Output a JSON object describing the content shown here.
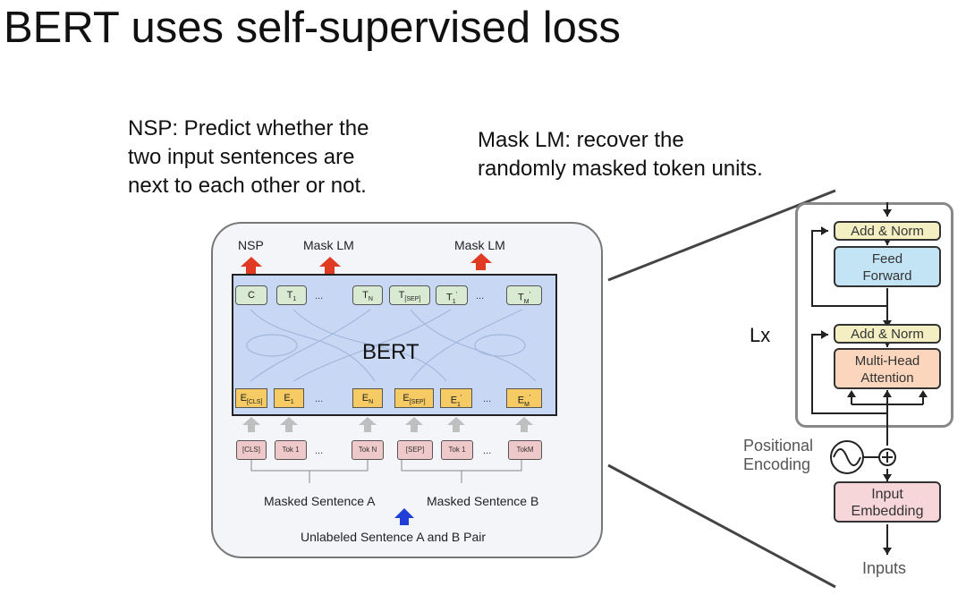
{
  "title": "BERT uses self-supervised loss",
  "nsp_note": {
    "lines": [
      "NSP: Predict whether the",
      "two input sentences are",
      "next to each other or not."
    ]
  },
  "mlm_note": {
    "lines": [
      "Mask LM: recover the",
      "randomly masked token units."
    ]
  },
  "bert": {
    "top_labels": [
      "NSP",
      "Mask LM",
      "Mask LM"
    ],
    "center_label": "BERT",
    "t_tokens": [
      {
        "main": "C",
        "sub": ""
      },
      {
        "main": "T",
        "sub": "1"
      },
      {
        "main": "T",
        "sub": "N"
      },
      {
        "main": "T",
        "sub": "[SEP]"
      },
      {
        "main": "T",
        "sub": "1",
        "sup": "'"
      },
      {
        "main": "T",
        "sub": "M",
        "sup": "'"
      }
    ],
    "e_tokens": [
      {
        "main": "E",
        "sub": "[CLS]"
      },
      {
        "main": "E",
        "sub": "1"
      },
      {
        "main": "E",
        "sub": "N"
      },
      {
        "main": "E",
        "sub": "[SEP]"
      },
      {
        "main": "E",
        "sub": "1",
        "sup": "'"
      },
      {
        "main": "E",
        "sub": "M",
        "sup": "'"
      }
    ],
    "input_tokens": [
      "[CLS]",
      "Tok 1",
      "Tok N",
      "[SEP]",
      "Tok 1",
      "TokM"
    ],
    "ellipsis": "...",
    "sentence_a": "Masked Sentence A",
    "sentence_b": "Masked Sentence B",
    "pair_label": "Unlabeled Sentence A and B Pair",
    "colors": {
      "arrow_red": "#e03a22",
      "arrow_blue": "#1f3fd6",
      "bert_fill": "#c8d8f4"
    }
  },
  "transformer": {
    "add_norm_top": "Add & Norm",
    "feed_forward": [
      "Feed",
      "Forward"
    ],
    "add_norm_bottom": "Add & Norm",
    "multi_head": [
      "Multi-Head",
      "Attention"
    ],
    "repeat_label": "Lx",
    "positional": [
      "Positional",
      "Encoding"
    ],
    "embedding": [
      "Input",
      "Embedding"
    ],
    "inputs": "Inputs"
  }
}
